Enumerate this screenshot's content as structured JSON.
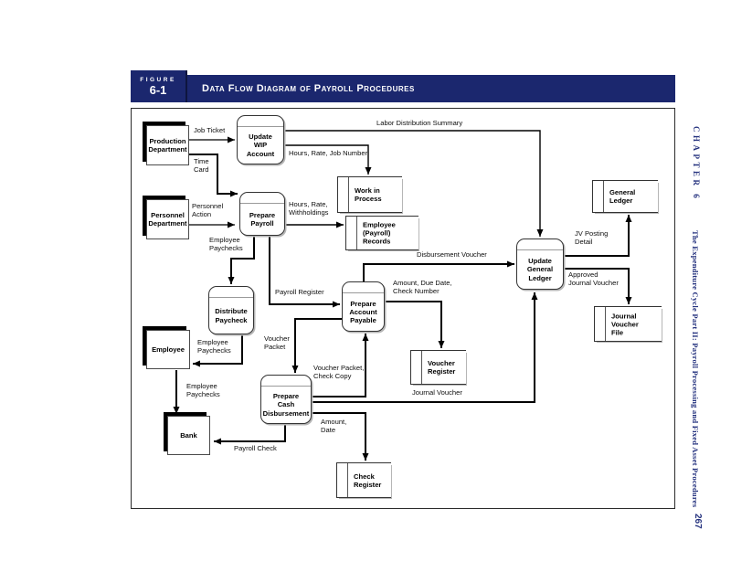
{
  "colors": {
    "banner_navy": "#1b276e",
    "sidebar_navy": "#26337f",
    "line_black": "#000000"
  },
  "header": {
    "figure_label": "FIGURE",
    "figure_number": "6-1",
    "title": "Data Flow Diagram of Payroll Procedures"
  },
  "sidebar": {
    "chapter": "CHAPTER 6",
    "running_title": "The Expenditure Cycle Part II: Payroll Processing and Fixed Asset Procedures",
    "page_number": "267"
  },
  "diagram": {
    "nodes": {
      "production_department": {
        "label": "Production\nDepartment"
      },
      "personnel_department": {
        "label": "Personnel\nDepartment"
      },
      "employee": {
        "label": "Employee"
      },
      "bank": {
        "label": "Bank"
      },
      "update_wip_account": {
        "label": "Update\nWIP\nAccount"
      },
      "prepare_payroll": {
        "label": "Prepare\nPayroll"
      },
      "distribute_paycheck": {
        "label": "Distribute\nPaycheck"
      },
      "prepare_account_payable": {
        "label": "Prepare\nAccount\nPayable"
      },
      "prepare_cash_disbursement": {
        "label": "Prepare\nCash\nDisbursement"
      },
      "update_general_ledger": {
        "label": "Update\nGeneral\nLedger"
      },
      "work_in_process": {
        "label": "Work in\nProcess"
      },
      "employee_payroll_records": {
        "label": "Employee\n(Payroll) Records"
      },
      "general_ledger": {
        "label": "General\nLedger"
      },
      "journal_voucher_file": {
        "label": "Journal Voucher\nFile"
      },
      "voucher_register": {
        "label": "Voucher\nRegister"
      },
      "check_register": {
        "label": "Check\nRegister"
      }
    },
    "flows": {
      "job_ticket": {
        "label": "Job Ticket"
      },
      "time_card": {
        "label": "Time\nCard"
      },
      "labor_distribution_summary": {
        "label": "Labor Distribution Summary"
      },
      "hours_rate_job_number": {
        "label": "Hours, Rate, Job Number"
      },
      "personnel_action": {
        "label": "Personnel\nAction"
      },
      "hours_rate_withholdings": {
        "label": "Hours, Rate,\nWithholdings"
      },
      "employee_paychecks_to_distribute": {
        "label": "Employee\nPaychecks"
      },
      "payroll_register": {
        "label": "Payroll Register"
      },
      "disbursement_voucher": {
        "label": "Disbursement Voucher"
      },
      "amount_due_date_check_number": {
        "label": "Amount, Due Date,\nCheck Number"
      },
      "voucher_packet": {
        "label": "Voucher\nPacket"
      },
      "voucher_packet_check_copy": {
        "label": "Voucher Packet,\nCheck Copy"
      },
      "journal_voucher": {
        "label": "Journal Voucher"
      },
      "amount_date": {
        "label": "Amount,\nDate"
      },
      "payroll_check": {
        "label": "Payroll Check"
      },
      "employee_paychecks_to_employee": {
        "label": "Employee\nPaychecks"
      },
      "employee_paychecks_to_bank": {
        "label": "Employee\nPaychecks"
      },
      "jv_posting_detail": {
        "label": "JV Posting\nDetail"
      },
      "approved_journal_voucher": {
        "label": "Approved\nJournal Voucher"
      }
    }
  }
}
